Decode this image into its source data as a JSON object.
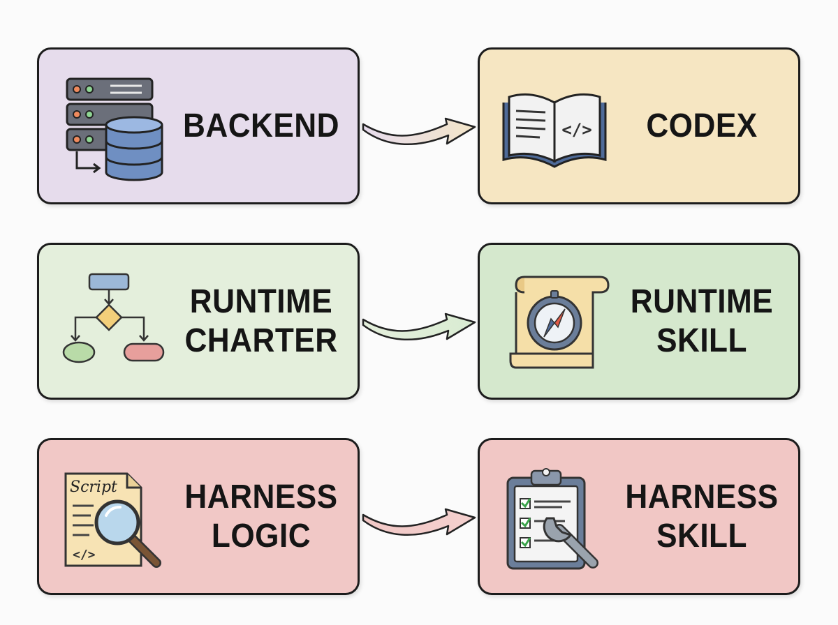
{
  "rows": [
    {
      "left": {
        "lines": [
          "BACKEND"
        ],
        "icon": "server-database-icon",
        "bg": "#e6dcec"
      },
      "right": {
        "lines": [
          "CODEX"
        ],
        "icon": "open-book-code-icon",
        "bg": "#f6e6c2"
      }
    },
    {
      "left": {
        "lines": [
          "RUNTIME",
          "CHARTER"
        ],
        "icon": "flowchart-icon",
        "bg": "#e4efdc"
      },
      "right": {
        "lines": [
          "RUNTIME",
          "SKILL"
        ],
        "icon": "compass-scroll-icon",
        "bg": "#d5e8cd"
      }
    },
    {
      "left": {
        "lines": [
          "HARNESS",
          "LOGIC"
        ],
        "icon": "script-magnifier-icon",
        "bg": "#f1c8c6",
        "icon_text": "Script"
      },
      "right": {
        "lines": [
          "HARNESS",
          "SKILL"
        ],
        "icon": "clipboard-wrench-icon",
        "bg": "#f1c7c5"
      }
    }
  ]
}
